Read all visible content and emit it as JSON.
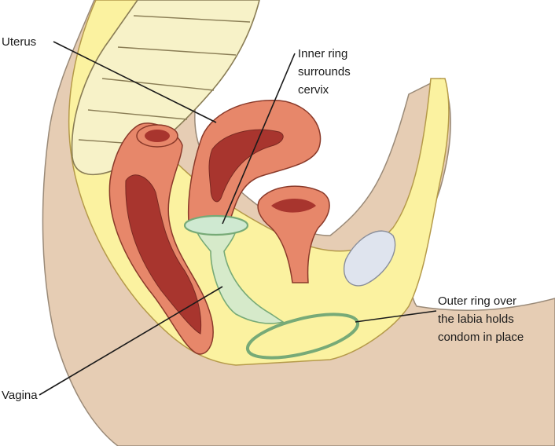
{
  "labels": {
    "uterus": "Uterus",
    "inner_ring": [
      "Inner ring",
      "surrounds",
      "cervix"
    ],
    "vagina": "Vagina",
    "outer_ring": [
      "Outer ring over",
      "the labia holds",
      "condom in place"
    ]
  },
  "colors": {
    "skin": "#e6cdb4",
    "fat": "#fbf2a0",
    "organ_outer": "#e7876a",
    "organ_inner": "#a8352e",
    "condom": "#cfe9d1",
    "condom_edge": "#77aa77",
    "bladder": "#dfe4ee",
    "spine": "#f7f2c8"
  }
}
